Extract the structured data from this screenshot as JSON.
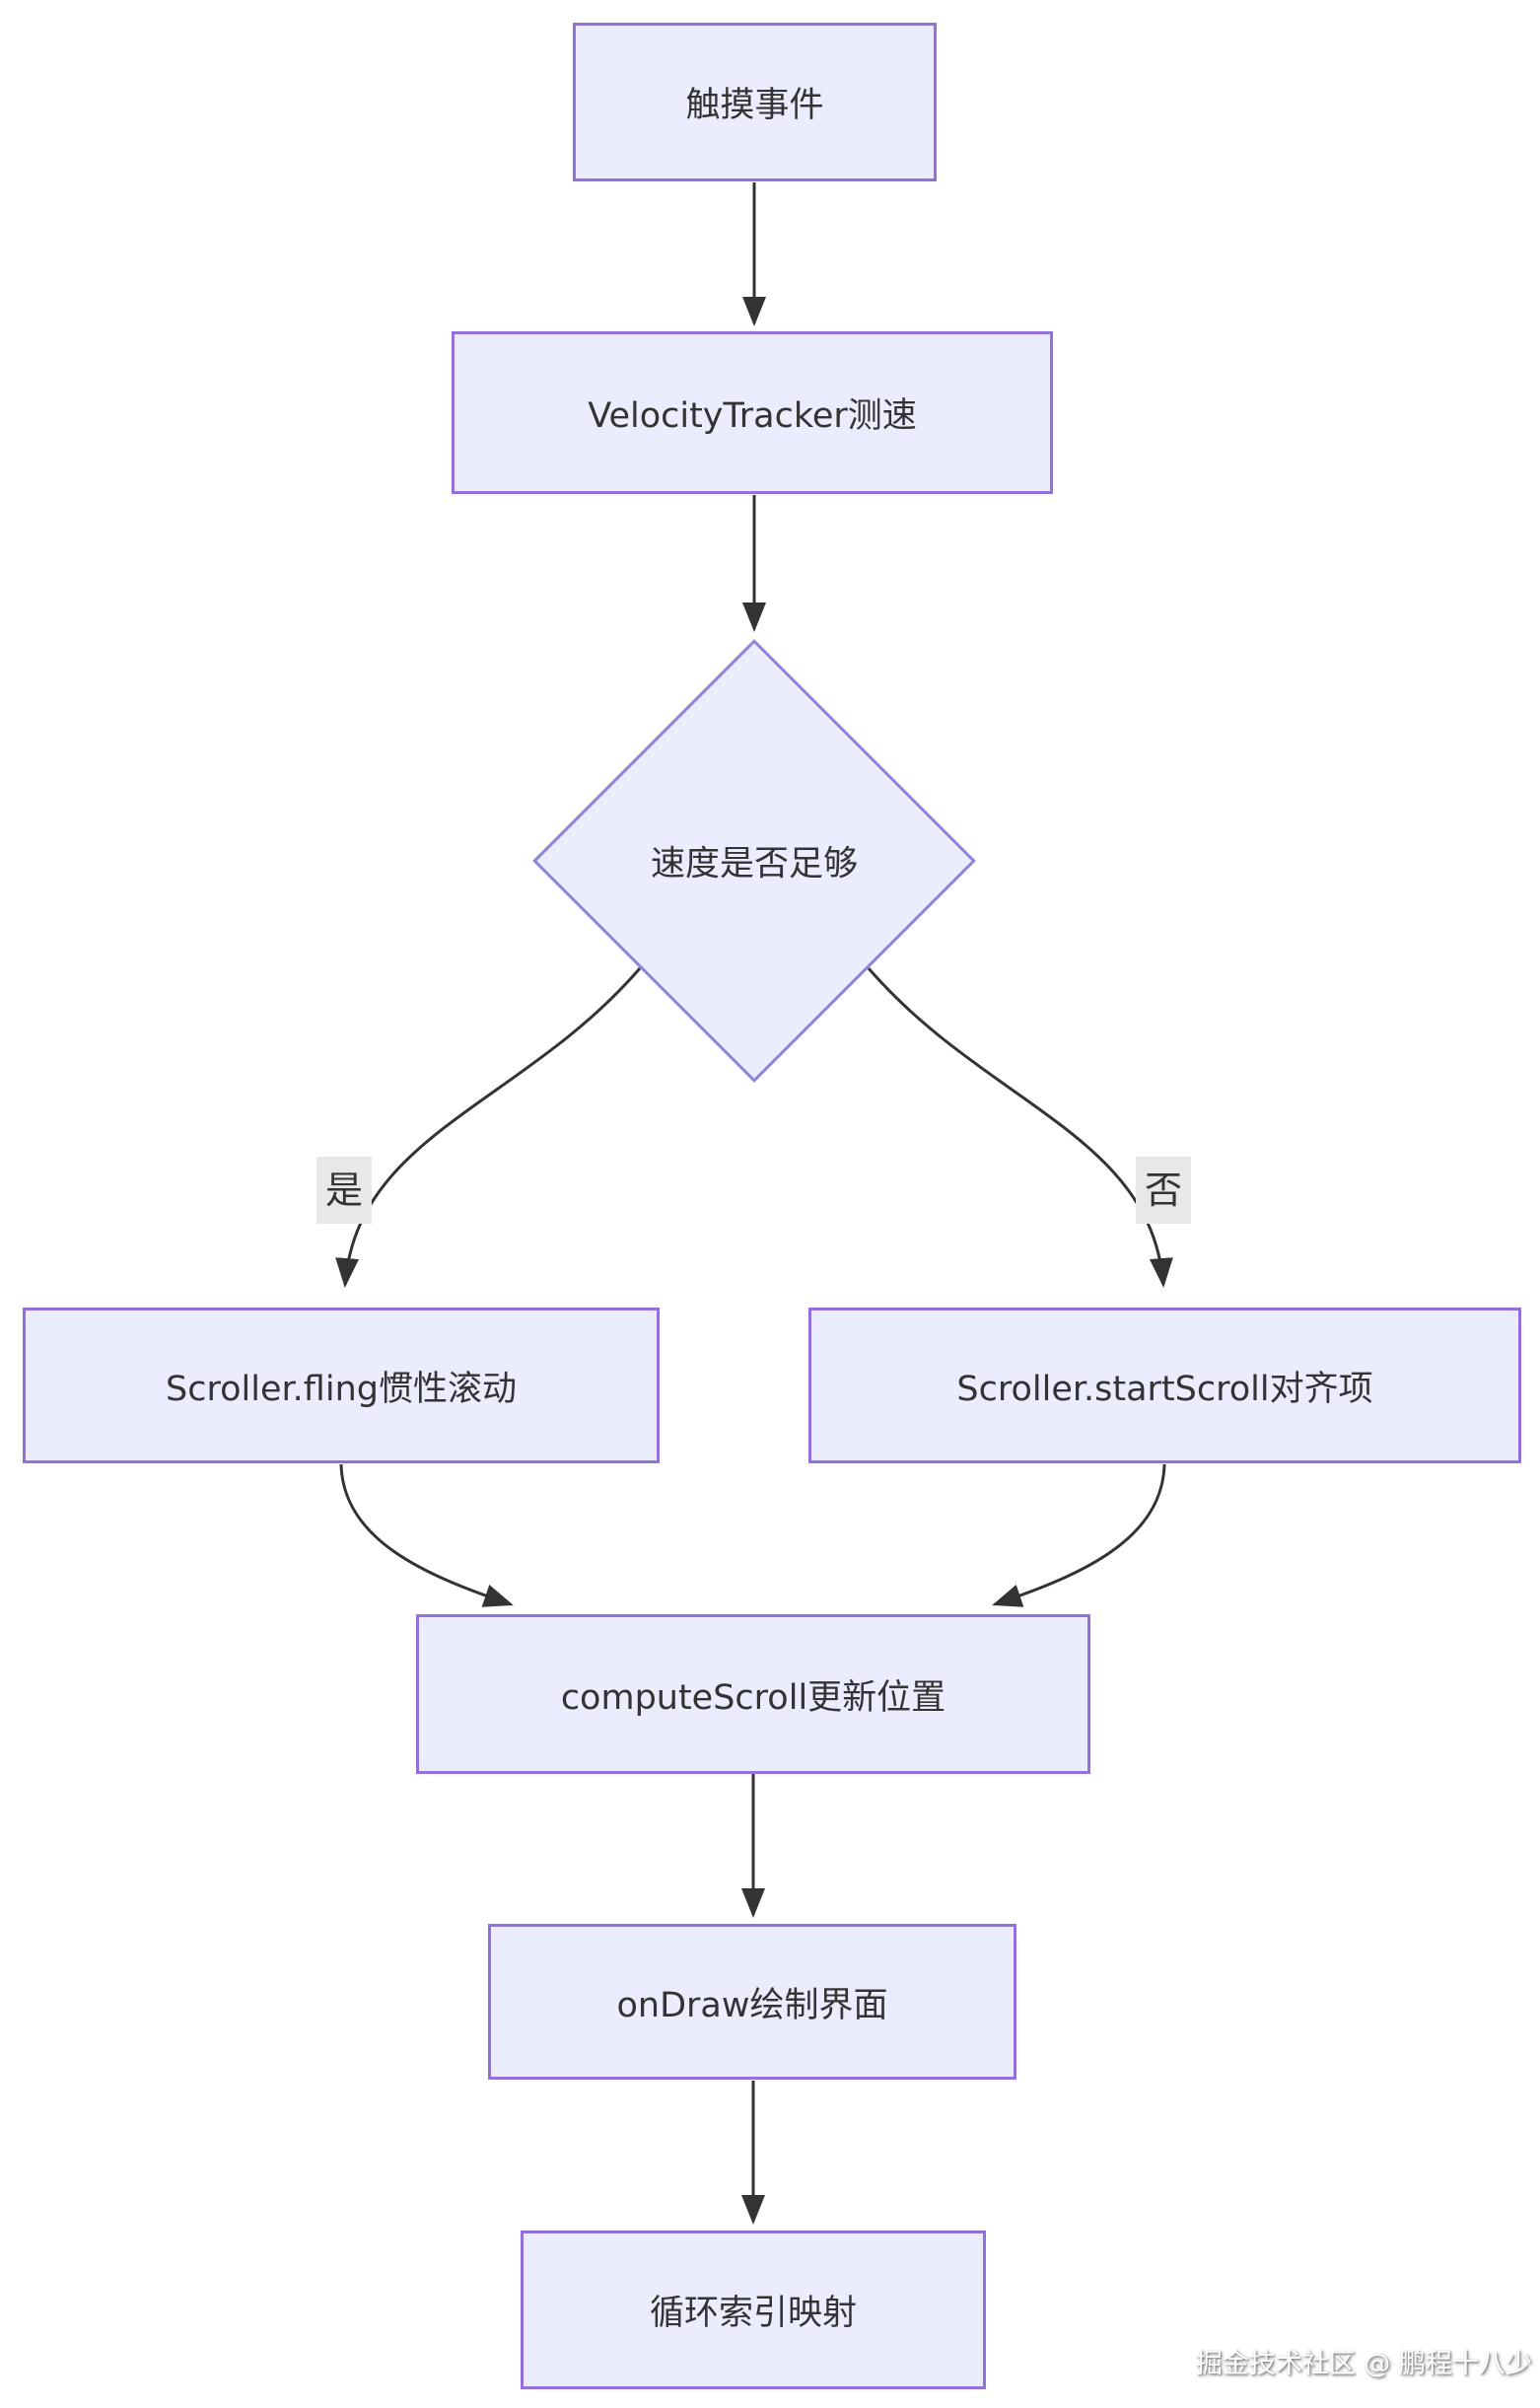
{
  "diagram": {
    "nodes": {
      "touch_event": {
        "label": "触摸事件"
      },
      "velocity_tracker": {
        "label": "VelocityTracker测速"
      },
      "speed_decision": {
        "label": "速度是否足够"
      },
      "fling": {
        "label": "Scroller.fling惯性滚动"
      },
      "start_scroll": {
        "label": "Scroller.startScroll对齐项"
      },
      "compute_scroll": {
        "label": "computeScroll更新位置"
      },
      "on_draw": {
        "label": "onDraw绘制界面"
      },
      "loop_index": {
        "label": "循环索引映射"
      }
    },
    "edge_labels": {
      "yes": "是",
      "no": "否"
    }
  },
  "colors": {
    "node_fill": "#ECECFF",
    "node_stroke": "#9370DB",
    "diamond_stroke": "#8C85DB",
    "edge_color": "#333333",
    "text_color": "#333333",
    "label_bg": "#e8e8e8"
  },
  "watermark": {
    "text": "掘金技术社区 @ 鹏程十八少"
  }
}
